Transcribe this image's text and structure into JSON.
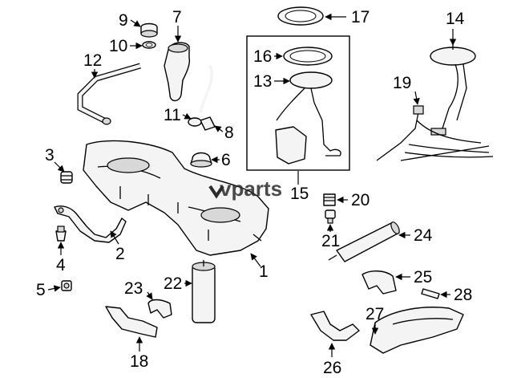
{
  "watermark": "vparts",
  "callouts": [
    {
      "id": "c1",
      "label": "1"
    },
    {
      "id": "c2",
      "label": "2"
    },
    {
      "id": "c3",
      "label": "3"
    },
    {
      "id": "c4",
      "label": "4"
    },
    {
      "id": "c5",
      "label": "5"
    },
    {
      "id": "c6",
      "label": "6"
    },
    {
      "id": "c7",
      "label": "7"
    },
    {
      "id": "c8",
      "label": "8"
    },
    {
      "id": "c9",
      "label": "9"
    },
    {
      "id": "c10",
      "label": "10"
    },
    {
      "id": "c11",
      "label": "11"
    },
    {
      "id": "c12",
      "label": "12"
    },
    {
      "id": "c13",
      "label": "13"
    },
    {
      "id": "c14",
      "label": "14"
    },
    {
      "id": "c15",
      "label": "15"
    },
    {
      "id": "c16",
      "label": "16"
    },
    {
      "id": "c17",
      "label": "17"
    },
    {
      "id": "c18",
      "label": "18"
    },
    {
      "id": "c19",
      "label": "19"
    },
    {
      "id": "c20",
      "label": "20"
    },
    {
      "id": "c21",
      "label": "21"
    },
    {
      "id": "c22",
      "label": "22"
    },
    {
      "id": "c23",
      "label": "23"
    },
    {
      "id": "c24",
      "label": "24"
    },
    {
      "id": "c25",
      "label": "25"
    },
    {
      "id": "c26",
      "label": "26"
    },
    {
      "id": "c27",
      "label": "27"
    },
    {
      "id": "c28",
      "label": "28"
    }
  ]
}
